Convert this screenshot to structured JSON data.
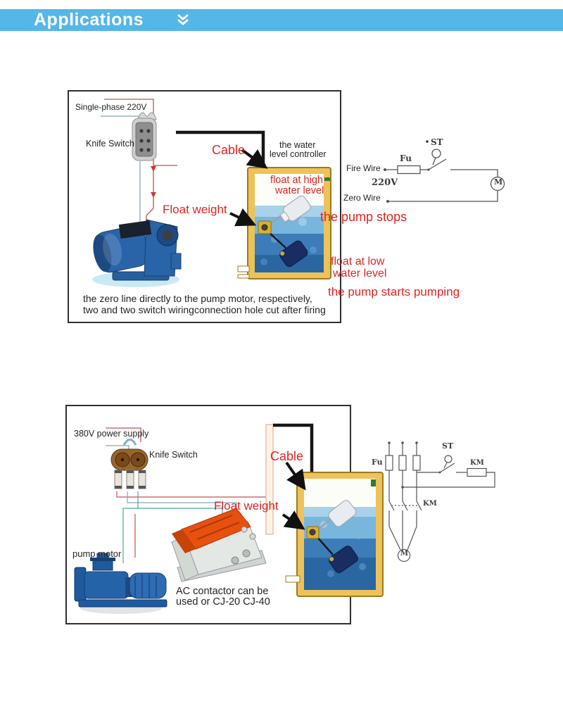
{
  "header": {
    "title": "Applications",
    "chevron_icon": "double-chevron-down"
  },
  "colors": {
    "header_bg": "#55b6e8",
    "red_text": "#e02424",
    "tank_frame": "#ecc259",
    "water_mid": "#3c7cb8",
    "circuit_line": "#555555"
  },
  "diagram1": {
    "power_label": "Single-phase 220V",
    "knife_switch_label": "Knife Switch",
    "cable_label": "Cable",
    "controller_label_line1": "the water",
    "controller_label_line2": "level controller",
    "float_high_line1": "float at high",
    "float_high_line2": "water level",
    "float_weight_label": "Float weight",
    "pump_stops_label": "the pump stops",
    "float_low_line1": "float at low",
    "float_low_line2": "water level",
    "pump_starts_label": "the pump starts pumping",
    "caption_line1": "the zero line directly to the pump motor, respectively,",
    "caption_line2": "two and two switch wiringconnection hole cut after firing",
    "circuit": {
      "fire_wire": "Fire Wire",
      "fuse": "Fu",
      "switch": "ST",
      "voltage": "220V",
      "zero_wire": "Zero Wire",
      "motor": "M"
    }
  },
  "diagram2": {
    "power_label": "380V power supply",
    "knife_switch_label": "Knife Switch",
    "cable_label": "Cable",
    "float_weight_label": "Float weight",
    "pump_motor_label": "pump motor",
    "contactor_line1": "AC contactor can be",
    "contactor_line2": "used or CJ-20 CJ-40",
    "circuit": {
      "fuse": "Fu",
      "switch": "ST",
      "contactor_coil": "KM",
      "contactor_contacts": "KM",
      "motor": "M"
    }
  }
}
